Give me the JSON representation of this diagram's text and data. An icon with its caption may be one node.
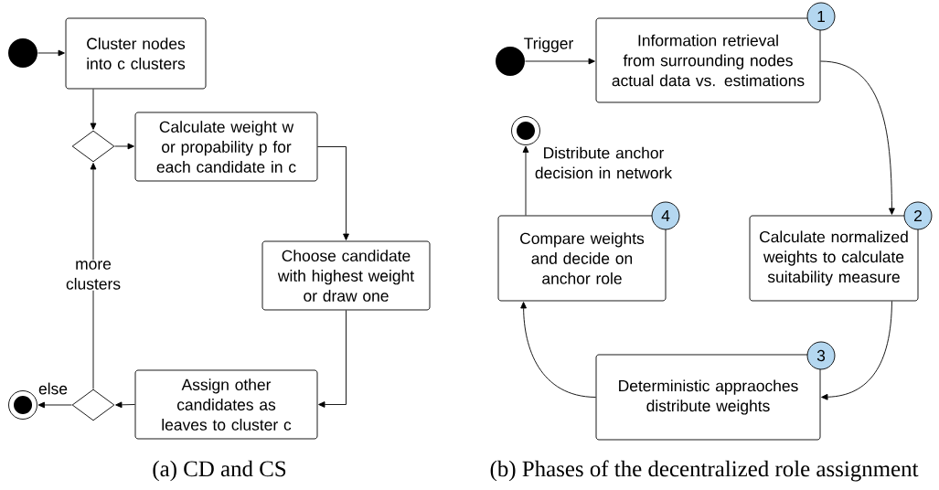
{
  "diagram": {
    "nodes": [
      {
        "text": [],
        "shape": "circle"
      },
      {
        "text": [
          "Cluster nodes into c clusters"
        ]
      },
      {
        "text": [],
        "shape": "diamond"
      },
      {
        "text": [
          "Calculate weight w or propability p for each candidate in c"
        ]
      },
      {
        "text": [
          "Choose candidate with highest weight or draw one"
        ]
      },
      {
        "text": [
          "Assign other candidates as leaves to cluster c"
        ]
      },
      {
        "text": [],
        "shape": "diamond"
      },
      {
        "text": [],
        "shape": "bullseye"
      },
      {
        "text": [],
        "shape": "circle"
      },
      {
        "text": [
          "Information retrieval from surrounding nodes",
          "actual data vs. estimations"
        ]
      },
      {
        "text": [
          "1"
        ]
      },
      {
        "text": [],
        "shape": "bullseye"
      },
      {
        "text": [
          "Compare weights and decide on anchor role"
        ]
      },
      {
        "text": [
          "4"
        ]
      },
      {
        "text": [
          "Calculate normalized weights to calculate suitability measure"
        ]
      },
      {
        "text": [
          "2"
        ]
      },
      {
        "text": [
          "Deterministic appraoches distribute weights"
        ]
      },
      {
        "text": [
          "3"
        ]
      }
    ],
    "edges": [
      {
        "from": 0,
        "to": 1,
        "arrow": "to"
      },
      {
        "from": 1,
        "to": 2,
        "arrow": "to"
      },
      {
        "from": 2,
        "to": 3,
        "arrow": "to"
      },
      {
        "from": 3,
        "to": 4,
        "arrow": "to"
      },
      {
        "from": 4,
        "to": 5,
        "arrow": "to"
      },
      {
        "from": 5,
        "to": 6,
        "arrow": "to"
      },
      {
        "from": 6,
        "to": 7,
        "arrow": "to",
        "label": "else"
      },
      {
        "from": 6,
        "to": 2,
        "arrow": "to",
        "label": "more clusters"
      },
      {
        "from": 8,
        "to": 9,
        "arrow": "to",
        "label": "Trigger"
      },
      {
        "from": 9,
        "to": 14,
        "arrow": "to"
      },
      {
        "from": 14,
        "to": 16,
        "arrow": "to"
      },
      {
        "from": 16,
        "to": 12,
        "arrow": "to"
      },
      {
        "from": 12,
        "to": 11,
        "arrow": "to",
        "label": "Distribute anchor decision in network"
      }
    ],
    "labels": [
      "(a) CD and CS",
      "(b) Phases of the decentralized role assignment"
    ]
  }
}
